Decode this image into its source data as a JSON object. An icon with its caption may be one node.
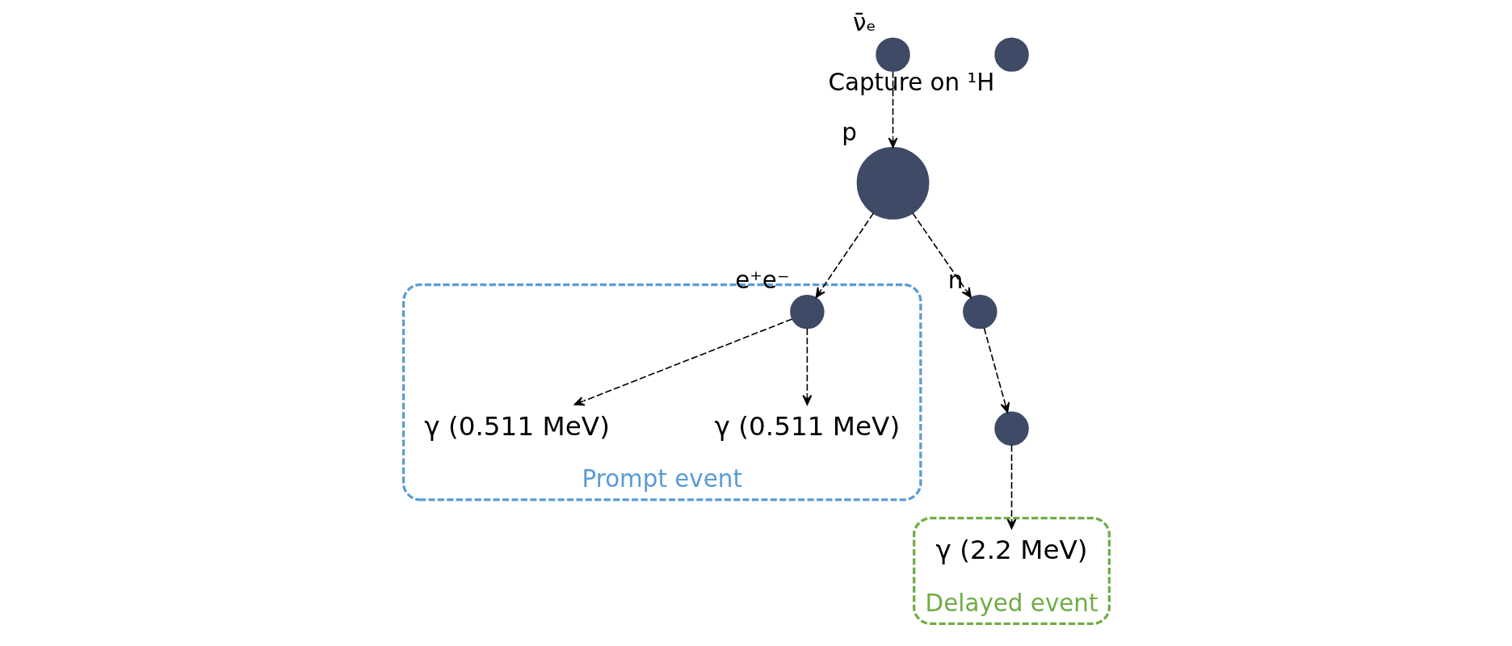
{
  "diagram": {
    "nodes": [
      {
        "text": [],
        "shape": "circle",
        "beside": [
          "ν̄ₑ"
        ]
      },
      {
        "text": [],
        "shape": "circle",
        "beside": [
          "p"
        ]
      },
      {
        "text": [],
        "shape": "circle",
        "beside": [
          "n"
        ]
      },
      {
        "text": [],
        "shape": "circle",
        "beside": [
          "Capture on ¹H"
        ]
      },
      {
        "text": [],
        "shape": "circle"
      },
      {
        "text": [
          "Prompt event"
        ]
      },
      {
        "text": [
          "γ (0.511 MeV)"
        ],
        "in": 5
      },
      {
        "text": [],
        "shape": "circle",
        "beside": [
          "e⁺e⁻"
        ],
        "in": 5
      },
      {
        "text": [
          "γ (0.511 MeV)"
        ],
        "in": 5
      },
      {
        "text": [
          "Delayed event"
        ]
      },
      {
        "text": [
          "γ (2.2 MeV)"
        ],
        "in": 9
      }
    ],
    "edges": [
      {
        "from": 0,
        "to": 1,
        "arrow": "to"
      },
      {
        "from": 1,
        "to": 2,
        "arrow": "to"
      },
      {
        "from": 2,
        "to": 4,
        "arrow": "to"
      },
      {
        "from": 4,
        "to": 10,
        "arrow": "to"
      },
      {
        "from": 1,
        "to": 7,
        "arrow": "to"
      },
      {
        "from": 7,
        "to": 6,
        "arrow": "to"
      },
      {
        "from": 7,
        "to": 8,
        "arrow": "to"
      }
    ]
  }
}
